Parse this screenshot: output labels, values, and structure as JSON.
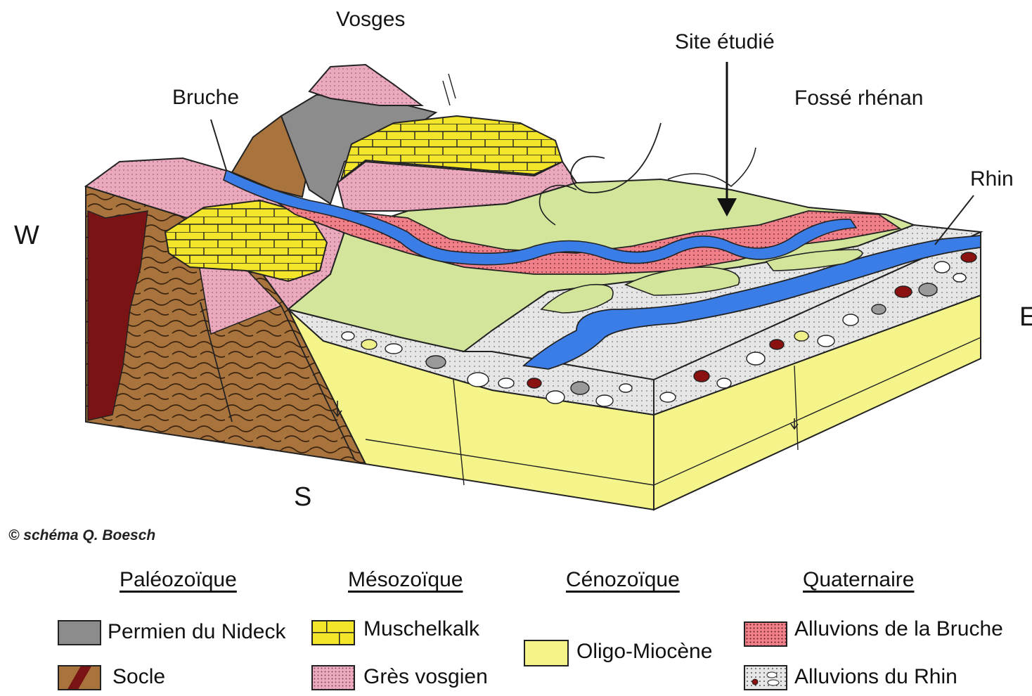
{
  "labels": {
    "vosges": "Vosges",
    "site": "Site étudié",
    "bruche": "Bruche",
    "fosse": "Fossé rhénan",
    "rhin": "Rhin",
    "west": "W",
    "east": "E",
    "south": "S"
  },
  "credit": "© schéma Q. Boesch",
  "legend": {
    "eras": {
      "paleo": "Paléozoïque",
      "meso": "Mésozoïque",
      "ceno": "Cénozoïque",
      "quat": "Quaternaire"
    },
    "units": {
      "permien": "Permien du Nideck",
      "socle": "Socle",
      "muschelkalk": "Muschelkalk",
      "gres": "Grès vosgien",
      "oligo": "Oligo-Miocène",
      "bruche_alluv": "Alluvions de la Bruche",
      "rhin_alluv": "Alluvions du Rhin"
    }
  },
  "colors": {
    "permien": "#8c8c8c",
    "socle": "#a8733d",
    "socle_dark": "#7a1414",
    "muschelkalk": "#f3e62a",
    "gres": "#eaa9bd",
    "oligo": "#f4f48a",
    "oligo_surface": "#d2e59a",
    "bruche_alluv": "#ef7f88",
    "rhin_alluv": "#e3e3e3",
    "river": "#3b7de6"
  }
}
